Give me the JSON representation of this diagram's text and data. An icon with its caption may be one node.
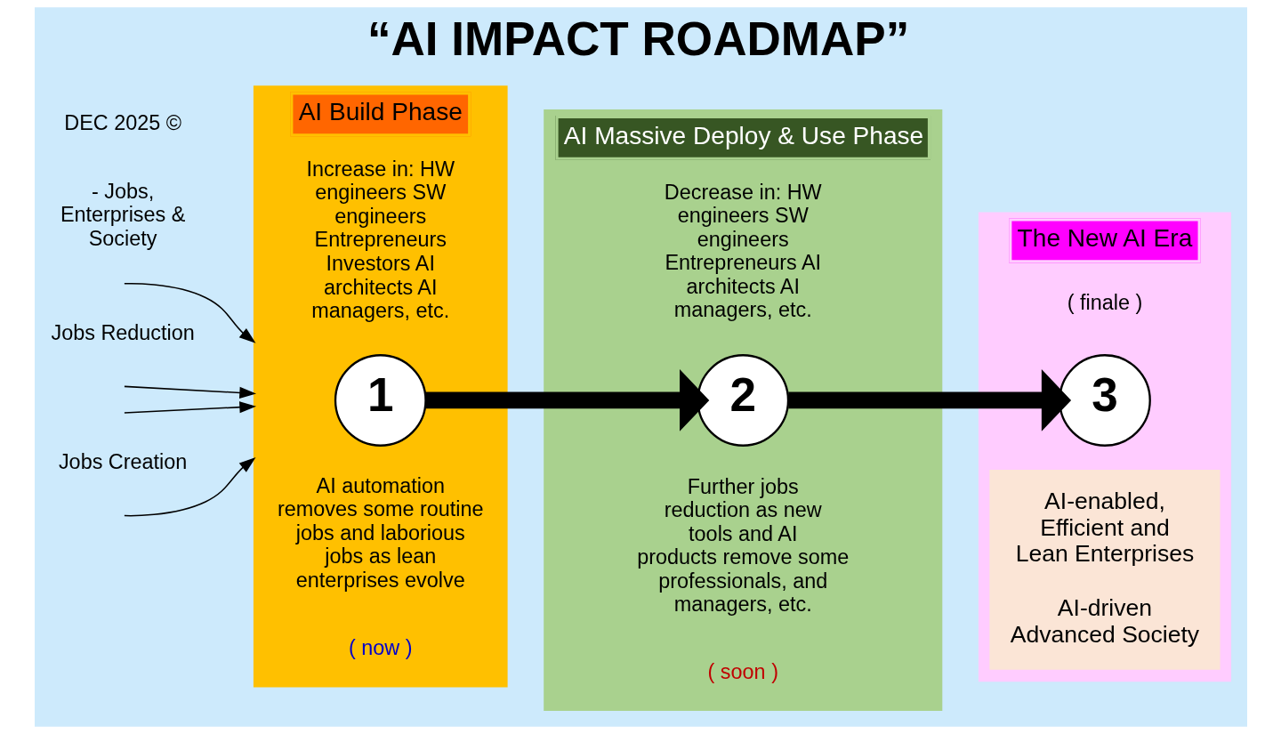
{
  "diagram": {
    "title": "“AI IMPACT ROADMAP”",
    "nodes": [
      {
        "text": [
          "AI Build Phase",
          "Increase in: HW engineers SW engineers Entrepreneurs Investors AI architects AI managers, etc.",
          "AI automation removes some routine jobs and laborious jobs as lean enterprises evolve",
          "( now )"
        ]
      },
      {
        "text": [
          "1"
        ],
        "in": 0
      },
      {
        "text": [
          "AI Massive Deploy & Use Phase",
          "Decrease in: HW engineers SW engineers Entrepreneurs AI architects AI managers, etc.",
          "Further jobs reduction as new tools and AI products remove some professionals, and managers, etc.",
          "( soon )"
        ]
      },
      {
        "text": [
          "2"
        ],
        "in": 2
      },
      {
        "text": [
          "The New AI Era",
          "( finale )"
        ]
      },
      {
        "text": [
          "3"
        ],
        "in": 4
      },
      {
        "text": [
          "AI-enabled, Efficient and Lean Enterprises",
          "AI-driven Advanced Society"
        ],
        "in": 4
      }
    ],
    "edges": [
      {
        "from": null,
        "to": 0,
        "arrow": "to"
      },
      {
        "from": null,
        "to": 0,
        "arrow": "to"
      },
      {
        "from": null,
        "to": 0,
        "arrow": "to"
      },
      {
        "from": null,
        "to": 0,
        "arrow": "to"
      },
      {
        "from": 1,
        "to": 3,
        "arrow": "to",
        "style": "thick"
      },
      {
        "from": 3,
        "to": 5,
        "arrow": "to",
        "style": "thick"
      }
    ],
    "labels": [
      "- Jobs, Enterprises & Society",
      "Jobs Creation",
      "Jobs Reduction",
      "DEC 2025 ©"
    ]
  }
}
